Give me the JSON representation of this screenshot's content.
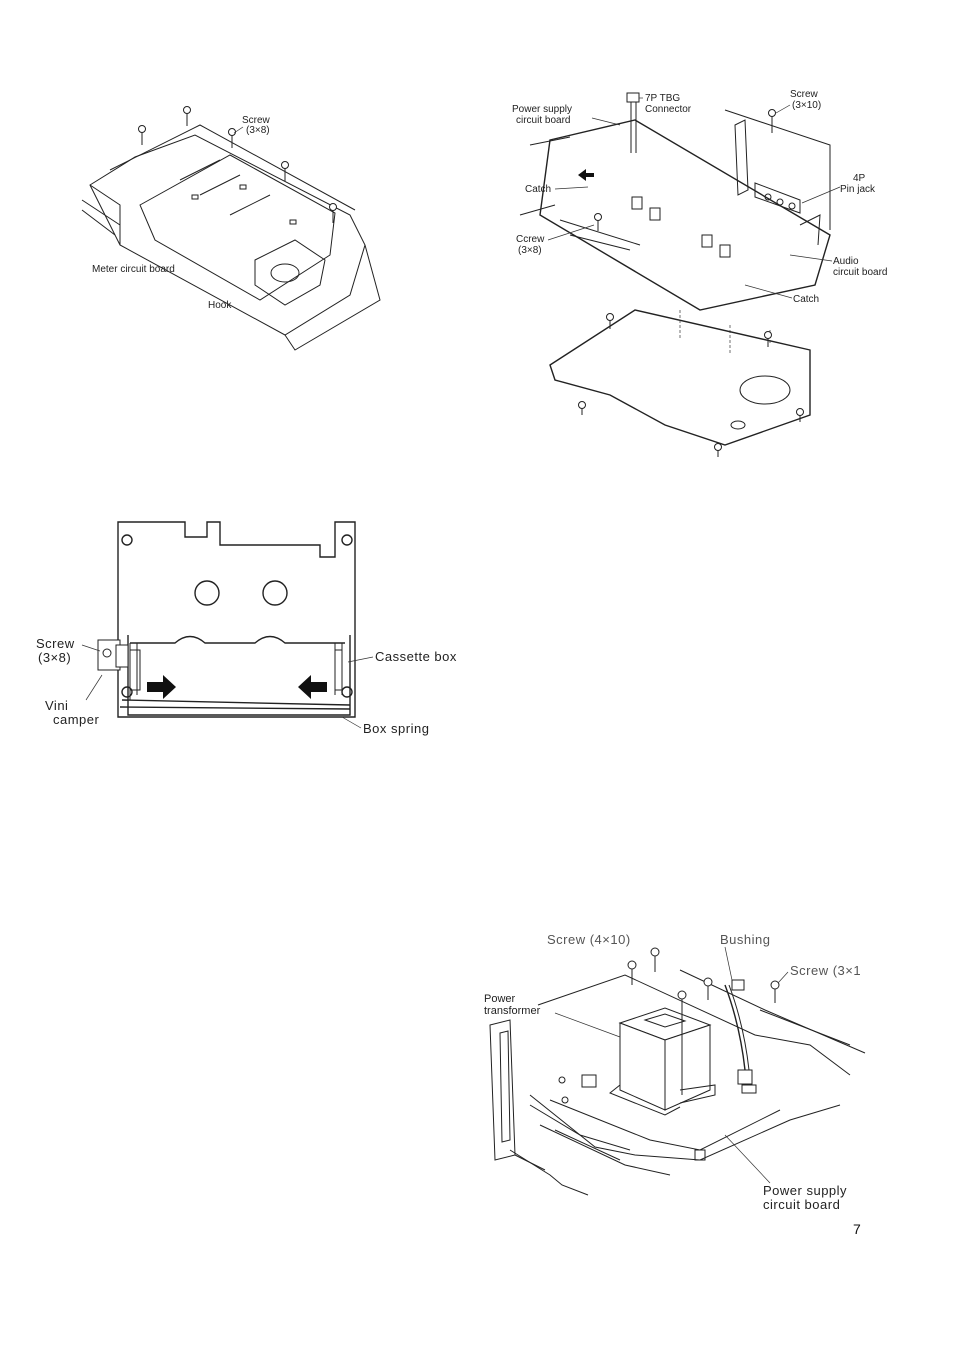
{
  "fig1": {
    "screw": "Screw",
    "screw_size": "(3×8)",
    "board": "Meter circuit board",
    "hook": "Hook"
  },
  "fig2": {
    "connector_line1": "7P TBG",
    "connector_line2": "Connector",
    "screw_top": "Screw",
    "screw_top_size": "(3×10)",
    "power_board_line1": "Power supply",
    "power_board_line2": "circuit board",
    "catch_left": "Catch",
    "pin_jack_line1": "4P",
    "pin_jack_line2": "Pin jack",
    "screw_left": "Ccrew",
    "screw_left_size": "(3×8)",
    "audio_board_line1": "Audio",
    "audio_board_line2": "circuit board",
    "catch_right": "Catch"
  },
  "fig3": {
    "screw": "Screw",
    "screw_size": "(3×8)",
    "damper_line1": "Vini",
    "damper_line2": "camper",
    "cassette_box": "Cassette box",
    "box_spring": "Box spring"
  },
  "fig4": {
    "screw_left": "Screw (4×10)",
    "bushing": "Bushing",
    "screw_right": "Screw (3×1",
    "transformer_line1": "Power",
    "transformer_line2": "transformer",
    "power_board_line1": "Power supply",
    "power_board_line2": "circuit board"
  },
  "page": {
    "number": "7"
  }
}
